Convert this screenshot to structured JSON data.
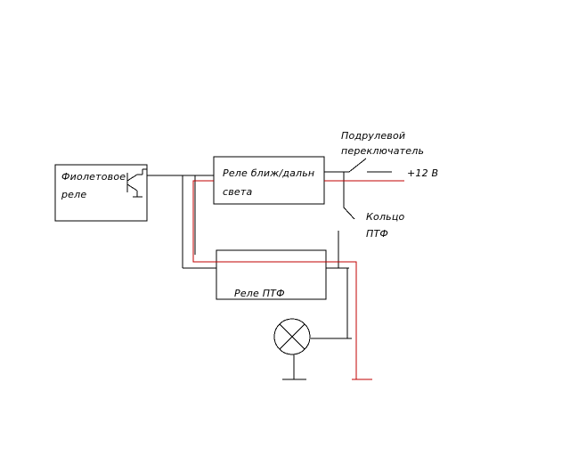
{
  "labels": {
    "violet_relay_line1": "Фиолетовое",
    "violet_relay_line2": "реле",
    "beam_relay_line1": "Реле ближ/дальн",
    "beam_relay_line2": "света",
    "ptf_relay": "Реле ПТФ",
    "steering_switch_line1": "Подрулевой",
    "steering_switch_line2": "переключатель",
    "plus12": "+12 В",
    "ring_line1": "Кольцо",
    "ring_line2": "ПТФ"
  },
  "colors": {
    "wire": "#000000",
    "red_wire": "#c00000",
    "background": "#ffffff"
  },
  "icons": {
    "transistor": "transistor-symbol-icon",
    "lamp": "lamp-symbol-icon",
    "ground": "ground-symbol-icon",
    "switch": "switch-contact-icon"
  }
}
